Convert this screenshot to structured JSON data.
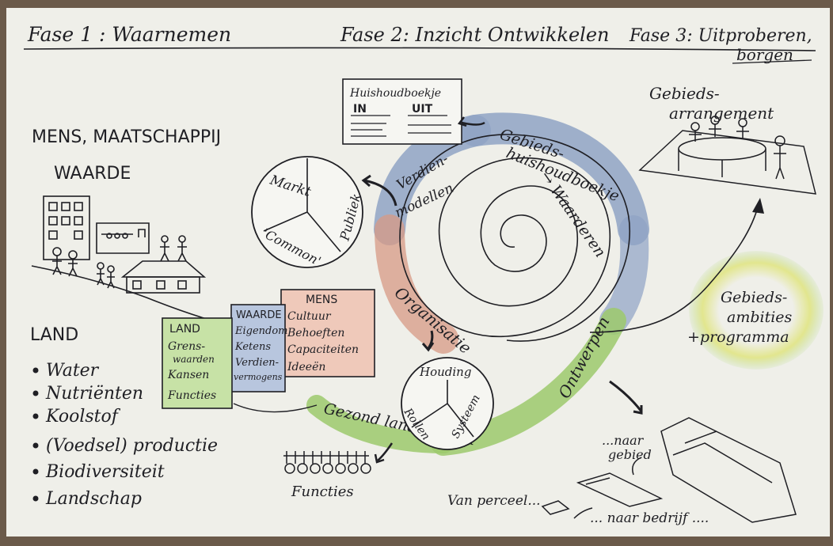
{
  "phases": {
    "phase1": "Fase 1 : Waarnemen",
    "phase2": "Fase 2: Inzicht Ontwikkelen",
    "phase3_line1": "Fase 3: Uitproberen,",
    "phase3_line2": "borgen"
  },
  "left_panel": {
    "mens": "MENS, MAATSCHAPPIJ",
    "waarde": "WAARDE",
    "land": "LAND",
    "bullets": [
      "Water",
      "Nutriënten",
      "Koolstof",
      "(Voedsel) productie",
      "Biodiversiteit",
      "Landschap"
    ]
  },
  "huishoudboekje": {
    "title": "Huishoudboekje",
    "in": "IN",
    "uit": "UIT"
  },
  "market_circle": {
    "markt": "Markt",
    "publiek": "Publiek",
    "common": "'Common'"
  },
  "spiral_labels": {
    "gebieds": "Gebieds-",
    "huishoudboekje": "huishoudboekje",
    "waarderen": "→ Waarderen",
    "verdienmodellen_1": "Verdien-",
    "verdienmodellen_2": "modellen",
    "organisatie": "Organisatie",
    "ontwerpen": "Ontwerpen",
    "gezond": "Gezond landgebruik"
  },
  "boxes": {
    "land": [
      "LAND",
      "Grens-",
      "waarden",
      "Kansen",
      "Functies"
    ],
    "waarde": [
      "WAARDE",
      "Eigendom",
      "Ketens",
      "Verdien-",
      "vermogens"
    ],
    "mens": [
      "MENS",
      "Cultuur",
      "Behoeften",
      "Capaciteiten",
      "Ideeën"
    ]
  },
  "houding_circle": {
    "houding": "Houding",
    "rollen": "Rollen",
    "systeem": "Systeem"
  },
  "gebiedsarrangement": {
    "line1": "Gebieds-",
    "line2": "arrangement"
  },
  "ambities": {
    "line1": "Gebieds-",
    "line2": "ambities",
    "line3": "+programma"
  },
  "functies": "Functies",
  "scale": {
    "van_perceel": "Van perceel...",
    "naar_bedrijf": "... naar bedrijf ....",
    "naar_gebied_1": "...naar",
    "naar_gebied_2": "gebied"
  },
  "colors": {
    "paper": "#efefe9",
    "ink": "#1f1f24",
    "blue": "#8fa3c4",
    "red": "#d79a84",
    "green": "#9cc96c",
    "green_box": "#c7e2a6",
    "blue_box": "#b8c6de",
    "red_box": "#efc9ba",
    "yellow_glow": "#e8e58f"
  }
}
